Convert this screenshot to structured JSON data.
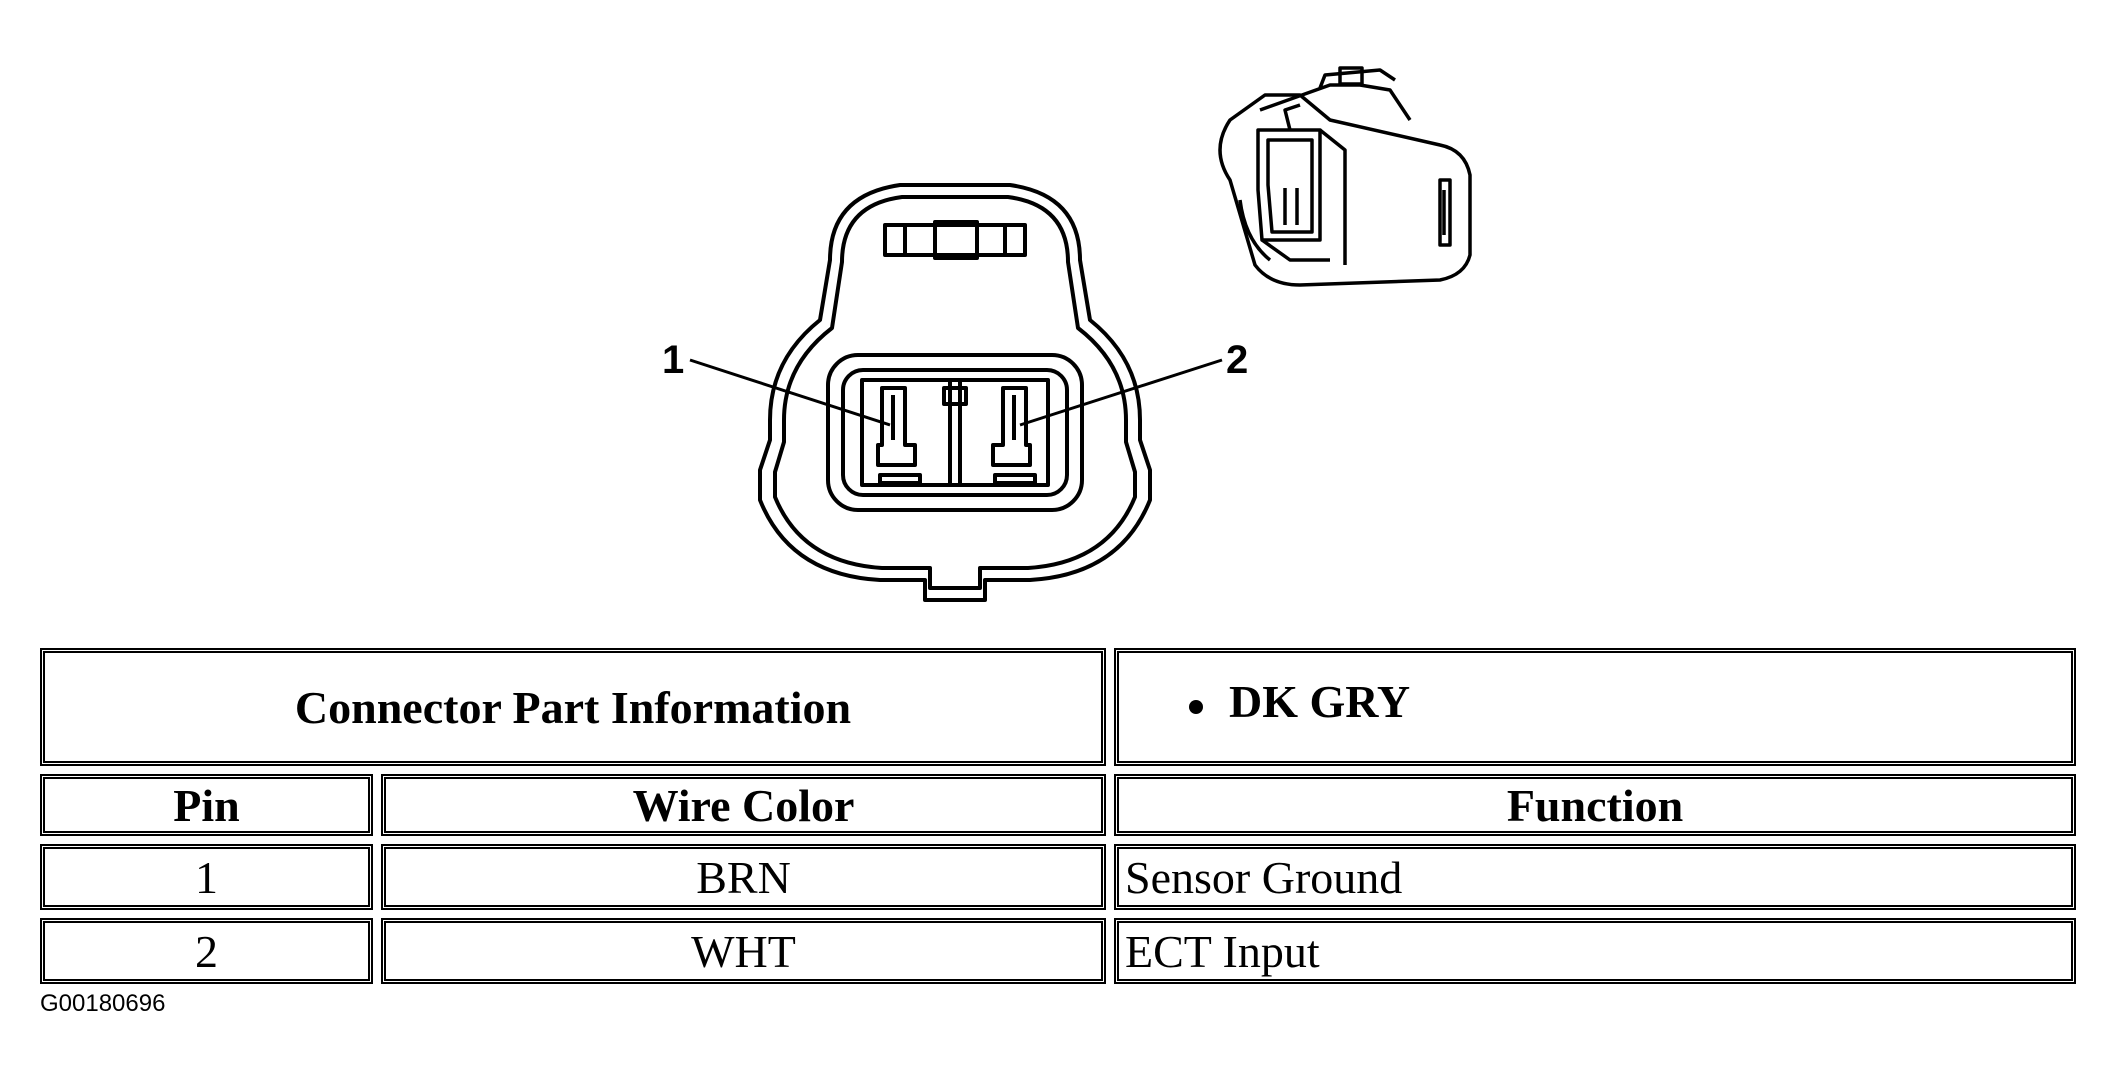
{
  "diagram": {
    "pin_labels": [
      "1",
      "2"
    ]
  },
  "table": {
    "part_info_label": "Connector Part Information",
    "part_info_values": [
      "DK GRY"
    ],
    "headers": {
      "pin": "Pin",
      "wire_color": "Wire Color",
      "function": "Function"
    },
    "rows": [
      {
        "pin": "1",
        "wire_color": "BRN",
        "function": "Sensor Ground"
      },
      {
        "pin": "2",
        "wire_color": "WHT",
        "function": "ECT Input"
      }
    ]
  },
  "figure_id": "G00180696",
  "colors": {
    "ink": "#000000",
    "background": "#ffffff"
  }
}
